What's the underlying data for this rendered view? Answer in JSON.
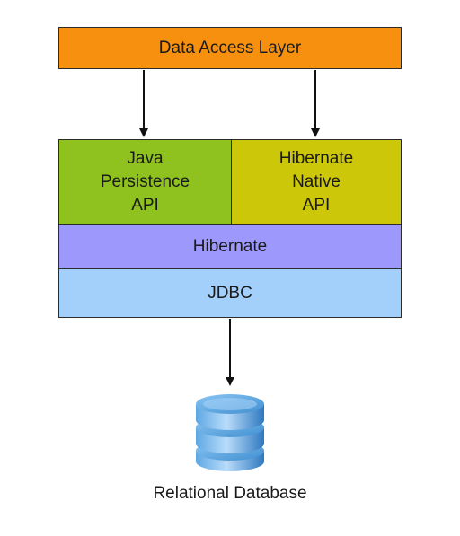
{
  "diagram": {
    "data_access_layer": "Data Access Layer",
    "jpa": "Java\nPersistence\nAPI",
    "hibernate_native_api": "Hibernate\nNative\nAPI",
    "hibernate": "Hibernate",
    "jdbc": "JDBC",
    "database_label": "Relational Database",
    "colors": {
      "data_access_layer": "#f6900e",
      "jpa": "#8fc21f",
      "hibernate_native_api": "#cdc70a",
      "hibernate": "#9d99fc",
      "jdbc": "#a2d0fb",
      "database": "#3f8fd0"
    }
  }
}
